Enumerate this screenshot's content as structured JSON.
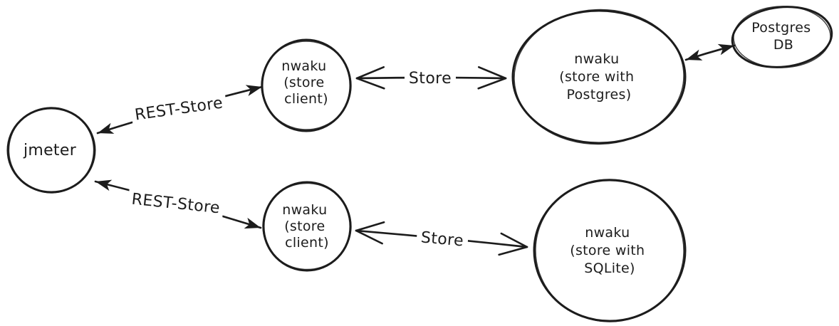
{
  "diagram": {
    "colors": {
      "ink": "#1c1c1c",
      "background": "#ffffff"
    },
    "nodes": [
      {
        "id": "jmeter",
        "lines": [
          "jmeter"
        ]
      },
      {
        "id": "nwaku-store-client-top",
        "lines": [
          "nwaku",
          "(store",
          "client)"
        ]
      },
      {
        "id": "nwaku-store-postgres",
        "lines": [
          "nwaku",
          "(store with",
          "Postgres)"
        ]
      },
      {
        "id": "postgres-db",
        "lines": [
          "Postgres",
          "DB"
        ]
      },
      {
        "id": "nwaku-store-client-bottom",
        "lines": [
          "nwaku",
          "(store",
          "client)"
        ]
      },
      {
        "id": "nwaku-store-sqlite",
        "lines": [
          "nwaku",
          "(store with",
          "SQLite)"
        ]
      }
    ],
    "edges": [
      {
        "id": "rest-store-top",
        "label": "REST-Store",
        "from": "jmeter",
        "to": "nwaku-store-client-top",
        "arrows": "both-filled"
      },
      {
        "id": "store-top",
        "label": "Store",
        "from": "nwaku-store-client-top",
        "to": "nwaku-store-postgres",
        "arrows": "both-open"
      },
      {
        "id": "postgres-db-link",
        "label": "",
        "from": "nwaku-store-postgres",
        "to": "postgres-db",
        "arrows": "both-filled"
      },
      {
        "id": "rest-store-bottom",
        "label": "REST-Store",
        "from": "jmeter",
        "to": "nwaku-store-client-bottom",
        "arrows": "both-filled"
      },
      {
        "id": "store-bottom",
        "label": "Store",
        "from": "nwaku-store-client-bottom",
        "to": "nwaku-store-sqlite",
        "arrows": "both-open"
      }
    ]
  }
}
